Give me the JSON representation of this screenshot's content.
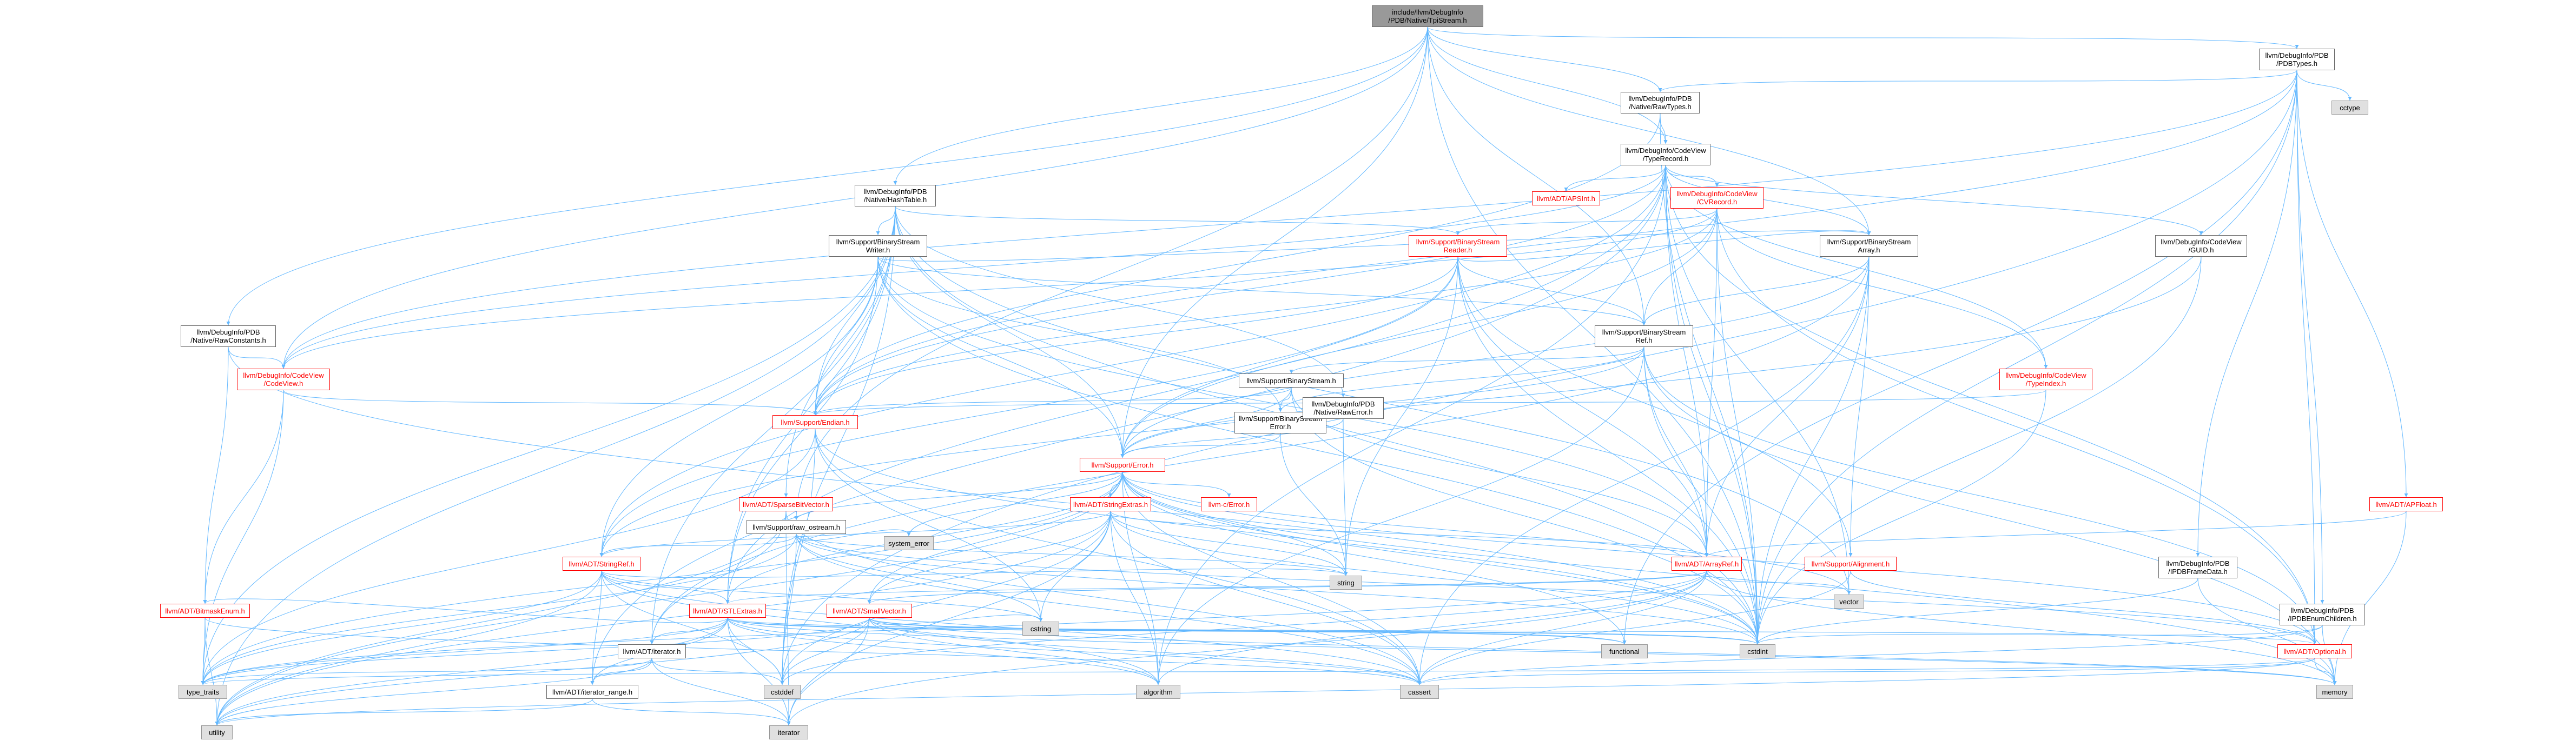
{
  "edge_color": "#63b8ff",
  "nodes": [
    {
      "id": "root",
      "label": "include/llvm/DebugInfo\n/PDB/Native/TpiStream.h",
      "style": "root"
    },
    {
      "id": "pdbtypes",
      "label": "llvm/DebugInfo/PDB\n/PDBTypes.h",
      "style": "white"
    },
    {
      "id": "rawtypes",
      "label": "llvm/DebugInfo/PDB\n/Native/RawTypes.h",
      "style": "white"
    },
    {
      "id": "typerecord",
      "label": "llvm/DebugInfo/CodeView\n/TypeRecord.h",
      "style": "white"
    },
    {
      "id": "cctype",
      "label": "cctype",
      "style": "grey"
    },
    {
      "id": "hashtable",
      "label": "llvm/DebugInfo/PDB\n/Native/HashTable.h",
      "style": "white"
    },
    {
      "id": "apsint",
      "label": "llvm/ADT/APSInt.h",
      "style": "red"
    },
    {
      "id": "cvrecord",
      "label": "llvm/DebugInfo/CodeView\n/CVRecord.h",
      "style": "red"
    },
    {
      "id": "bswriter",
      "label": "llvm/Support/BinaryStream\nWriter.h",
      "style": "white"
    },
    {
      "id": "bsreader",
      "label": "llvm/Support/BinaryStream\nReader.h",
      "style": "red"
    },
    {
      "id": "bsarray",
      "label": "llvm/Support/BinaryStream\nArray.h",
      "style": "white"
    },
    {
      "id": "guid",
      "label": "llvm/DebugInfo/CodeView\n/GUID.h",
      "style": "white"
    },
    {
      "id": "rawconstants",
      "label": "llvm/DebugInfo/PDB\n/Native/RawConstants.h",
      "style": "white"
    },
    {
      "id": "bsref",
      "label": "llvm/Support/BinaryStream\nRef.h",
      "style": "white"
    },
    {
      "id": "codeview",
      "label": "llvm/DebugInfo/CodeView\n/CodeView.h",
      "style": "red"
    },
    {
      "id": "typeindex",
      "label": "llvm/DebugInfo/CodeView\n/TypeIndex.h",
      "style": "red"
    },
    {
      "id": "bstream",
      "label": "llvm/Support/BinaryStream.h",
      "style": "white"
    },
    {
      "id": "bserror",
      "label": "llvm/Support/BinaryStream\nError.h",
      "style": "white"
    },
    {
      "id": "rawerror",
      "label": "llvm/DebugInfo/PDB\n/Native/RawError.h",
      "style": "white"
    },
    {
      "id": "endian",
      "label": "llvm/Support/Endian.h",
      "style": "red"
    },
    {
      "id": "error",
      "label": "llvm/Support/Error.h",
      "style": "red"
    },
    {
      "id": "apfloat",
      "label": "llvm/ADT/APFloat.h",
      "style": "red"
    },
    {
      "id": "sparsebit",
      "label": "llvm/ADT/SparseBitVector.h",
      "style": "red"
    },
    {
      "id": "rawostream",
      "label": "llvm/Support/raw_ostream.h",
      "style": "white"
    },
    {
      "id": "stringextras",
      "label": "llvm/ADT/StringExtras.h",
      "style": "red"
    },
    {
      "id": "cerror",
      "label": "llvm-c/Error.h",
      "style": "red"
    },
    {
      "id": "systemerror",
      "label": "system_error",
      "style": "grey"
    },
    {
      "id": "stringref",
      "label": "llvm/ADT/StringRef.h",
      "style": "red"
    },
    {
      "id": "arrayref",
      "label": "llvm/ADT/ArrayRef.h",
      "style": "red"
    },
    {
      "id": "alignment",
      "label": "llvm/Support/Alignment.h",
      "style": "red"
    },
    {
      "id": "pdbframedata",
      "label": "llvm/DebugInfo/PDB\n/IPDBFrameData.h",
      "style": "white"
    },
    {
      "id": "pdbenumchildren",
      "label": "llvm/DebugInfo/PDB\n/IPDBEnumChildren.h",
      "style": "white"
    },
    {
      "id": "string",
      "label": "string",
      "style": "grey"
    },
    {
      "id": "vector",
      "label": "vector",
      "style": "grey"
    },
    {
      "id": "stlextras",
      "label": "llvm/ADT/STLExtras.h",
      "style": "red"
    },
    {
      "id": "smallvector",
      "label": "llvm/ADT/SmallVector.h",
      "style": "red"
    },
    {
      "id": "bitmaskenum",
      "label": "llvm/ADT/BitmaskEnum.h",
      "style": "red"
    },
    {
      "id": "iterator",
      "label": "llvm/ADT/iterator.h",
      "style": "white"
    },
    {
      "id": "cstring",
      "label": "cstring",
      "style": "grey"
    },
    {
      "id": "functional",
      "label": "functional",
      "style": "grey"
    },
    {
      "id": "cstdint",
      "label": "cstdint",
      "style": "grey"
    },
    {
      "id": "optional",
      "label": "llvm/ADT/Optional.h",
      "style": "red"
    },
    {
      "id": "typetraits",
      "label": "type_traits",
      "style": "grey"
    },
    {
      "id": "iteratorrange",
      "label": "llvm/ADT/iterator_range.h",
      "style": "white"
    },
    {
      "id": "cstddef",
      "label": "cstddef",
      "style": "grey"
    },
    {
      "id": "algorithm",
      "label": "algorithm",
      "style": "grey"
    },
    {
      "id": "cassert",
      "label": "cassert",
      "style": "grey"
    },
    {
      "id": "memory",
      "label": "memory",
      "style": "grey"
    },
    {
      "id": "utility",
      "label": "utility",
      "style": "grey"
    },
    {
      "id": "iteratorstd",
      "label": "iterator",
      "style": "grey"
    }
  ],
  "edges": [
    [
      "root",
      "pdbtypes"
    ],
    [
      "root",
      "rawtypes"
    ],
    [
      "root",
      "typerecord"
    ],
    [
      "root",
      "hashtable"
    ],
    [
      "root",
      "bsarray"
    ],
    [
      "root",
      "bsref"
    ],
    [
      "root",
      "rawconstants"
    ],
    [
      "root",
      "error"
    ],
    [
      "root",
      "rawostream"
    ],
    [
      "root",
      "cstdint"
    ],
    [
      "root",
      "codeview"
    ],
    [
      "pdbtypes",
      "cctype"
    ],
    [
      "pdbtypes",
      "rawtypes"
    ],
    [
      "pdbtypes",
      "codeview"
    ],
    [
      "pdbtypes",
      "apfloat"
    ],
    [
      "pdbtypes",
      "pdbframedata"
    ],
    [
      "pdbtypes",
      "pdbenumchildren"
    ],
    [
      "pdbtypes",
      "cstdint"
    ],
    [
      "pdbtypes",
      "cstddef"
    ],
    [
      "pdbtypes",
      "functional"
    ],
    [
      "pdbtypes",
      "optional"
    ],
    [
      "pdbtypes",
      "endian"
    ],
    [
      "rawtypes",
      "typerecord"
    ],
    [
      "rawtypes",
      "endian"
    ],
    [
      "rawtypes",
      "cstdint"
    ],
    [
      "typerecord",
      "apsint"
    ],
    [
      "typerecord",
      "cvrecord"
    ],
    [
      "typerecord",
      "guid"
    ],
    [
      "typerecord",
      "codeview"
    ],
    [
      "typerecord",
      "typeindex"
    ],
    [
      "typerecord",
      "arrayref"
    ],
    [
      "typerecord",
      "stringref"
    ],
    [
      "typerecord",
      "bsarray"
    ],
    [
      "typerecord",
      "endian"
    ],
    [
      "typerecord",
      "optional"
    ],
    [
      "typerecord",
      "iteratorrange"
    ],
    [
      "typerecord",
      "cstdint"
    ],
    [
      "typerecord",
      "vector"
    ],
    [
      "typerecord",
      "algorithm"
    ],
    [
      "typerecord",
      "stlextras"
    ],
    [
      "hashtable",
      "bswriter"
    ],
    [
      "hashtable",
      "bsreader"
    ],
    [
      "hashtable",
      "rawerror"
    ],
    [
      "hashtable",
      "sparsebit"
    ],
    [
      "hashtable",
      "iterator"
    ],
    [
      "hashtable",
      "endian"
    ],
    [
      "hashtable",
      "error"
    ],
    [
      "hashtable",
      "cstdint"
    ],
    [
      "hashtable",
      "utility"
    ],
    [
      "hashtable",
      "vector"
    ],
    [
      "hashtable",
      "stlextras"
    ],
    [
      "hashtable",
      "typetraits"
    ],
    [
      "hashtable",
      "cstddef"
    ],
    [
      "cvrecord",
      "bsreader"
    ],
    [
      "cvrecord",
      "bsref"
    ],
    [
      "cvrecord",
      "typeindex"
    ],
    [
      "cvrecord",
      "arrayref"
    ],
    [
      "cvrecord",
      "optional"
    ],
    [
      "cvrecord",
      "endian"
    ],
    [
      "cvrecord",
      "error"
    ],
    [
      "cvrecord",
      "cstdint"
    ],
    [
      "cvrecord",
      "codeview"
    ],
    [
      "bswriter",
      "bsref"
    ],
    [
      "bswriter",
      "bserror"
    ],
    [
      "bswriter",
      "bsarray"
    ],
    [
      "bswriter",
      "arrayref"
    ],
    [
      "bswriter",
      "stringref"
    ],
    [
      "bswriter",
      "endian"
    ],
    [
      "bswriter",
      "error"
    ],
    [
      "bswriter",
      "cstdint"
    ],
    [
      "bswriter",
      "stlextras"
    ],
    [
      "bsreader",
      "bsref"
    ],
    [
      "bsreader",
      "bsarray"
    ],
    [
      "bsreader",
      "alignment"
    ],
    [
      "bsreader",
      "arrayref"
    ],
    [
      "bsreader",
      "stringref"
    ],
    [
      "bsreader",
      "endian"
    ],
    [
      "bsreader",
      "error"
    ],
    [
      "bsreader",
      "type_traits"
    ],
    [
      "bsreader",
      "string"
    ],
    [
      "bsreader",
      "cstdint"
    ],
    [
      "bsarray",
      "bsref"
    ],
    [
      "bsarray",
      "arrayref"
    ],
    [
      "bsarray",
      "iterator"
    ],
    [
      "bsarray",
      "error"
    ],
    [
      "bsarray",
      "cassert"
    ],
    [
      "bsarray",
      "cstdint"
    ],
    [
      "bsarray",
      "alignment"
    ],
    [
      "guid",
      "stringref"
    ],
    [
      "guid",
      "cstdint"
    ],
    [
      "rawconstants",
      "bitmaskenum"
    ],
    [
      "rawconstants",
      "codeview"
    ],
    [
      "rawconstants",
      "cstdint"
    ],
    [
      "bsref",
      "bstream"
    ],
    [
      "bsref",
      "bserror"
    ],
    [
      "bsref",
      "arrayref"
    ],
    [
      "bsref",
      "optional"
    ],
    [
      "bsref",
      "error"
    ],
    [
      "bsref",
      "cstdint"
    ],
    [
      "bsref",
      "memory"
    ],
    [
      "bsref",
      "algorithm"
    ],
    [
      "codeview",
      "endian"
    ],
    [
      "codeview",
      "bitmaskenum"
    ],
    [
      "codeview",
      "cinttypes"
    ],
    [
      "codeview",
      "typetraits"
    ],
    [
      "typeindex",
      "endian"
    ],
    [
      "typeindex",
      "cinttypes"
    ],
    [
      "typeindex",
      "cstdint"
    ],
    [
      "bstream",
      "bserror"
    ],
    [
      "bstream",
      "arrayref"
    ],
    [
      "bstream",
      "endian"
    ],
    [
      "bstream",
      "error"
    ],
    [
      "bstream",
      "cstdint"
    ],
    [
      "bserror",
      "error"
    ],
    [
      "bserror",
      "string"
    ],
    [
      "rawerror",
      "error"
    ],
    [
      "rawerror",
      "string"
    ],
    [
      "endian",
      "cstdint"
    ],
    [
      "endian",
      "cstddef"
    ],
    [
      "endian",
      "cstring"
    ],
    [
      "endian",
      "typetraits"
    ],
    [
      "endian",
      "cassert"
    ],
    [
      "error",
      "stringextras"
    ],
    [
      "error",
      "cerror"
    ],
    [
      "error",
      "systemerror"
    ],
    [
      "error",
      "rawostream"
    ],
    [
      "error",
      "string"
    ],
    [
      "error",
      "vector"
    ],
    [
      "error",
      "cassert"
    ],
    [
      "error",
      "memory"
    ],
    [
      "error",
      "utility"
    ],
    [
      "error",
      "functional"
    ],
    [
      "error",
      "cstdint"
    ],
    [
      "error",
      "cstdlib"
    ],
    [
      "error",
      "optional"
    ],
    [
      "error",
      "stlextras"
    ],
    [
      "error",
      "typetraits"
    ],
    [
      "error",
      "algorithm"
    ],
    [
      "error",
      "smallvector"
    ],
    [
      "apfloat",
      "arrayref"
    ],
    [
      "apfloat",
      "memory"
    ],
    [
      "sparsebit",
      "iterator"
    ],
    [
      "sparsebit",
      "cassert"
    ],
    [
      "sparsebit",
      "utility"
    ],
    [
      "sparsebit",
      "iteratorstd"
    ],
    [
      "rawostream",
      "stringref"
    ],
    [
      "rawostream",
      "systemerror"
    ],
    [
      "rawostream",
      "cstring"
    ],
    [
      "rawostream",
      "cassert"
    ],
    [
      "rawostream",
      "optional"
    ],
    [
      "rawostream",
      "cstdint"
    ],
    [
      "rawostream",
      "cstddef"
    ],
    [
      "rawostream",
      "string"
    ],
    [
      "rawostream",
      "typetraits"
    ],
    [
      "stringextras",
      "arrayref"
    ],
    [
      "stringextras",
      "smallvector"
    ],
    [
      "stringextras",
      "stringref"
    ],
    [
      "stringextras",
      "cstring"
    ],
    [
      "stringextras",
      "cstdint"
    ],
    [
      "stringextras",
      "cstddef"
    ],
    [
      "stringextras",
      "iteratorstd"
    ],
    [
      "stringextras",
      "utility"
    ],
    [
      "stringextras",
      "string"
    ],
    [
      "stringextras",
      "algorithm"
    ],
    [
      "stringextras",
      "cassert"
    ],
    [
      "stringref",
      "iteratorrange"
    ],
    [
      "stringref",
      "stlextras"
    ],
    [
      "stringref",
      "string"
    ],
    [
      "stringref",
      "cstring"
    ],
    [
      "stringref",
      "cstddef"
    ],
    [
      "stringref",
      "algorithm"
    ],
    [
      "stringref",
      "limits"
    ],
    [
      "stringref",
      "typetraits"
    ],
    [
      "stringref",
      "utility"
    ],
    [
      "stringref",
      "cassert"
    ],
    [
      "arrayref",
      "smallvector"
    ],
    [
      "arrayref",
      "stlextras"
    ],
    [
      "arrayref",
      "vector"
    ],
    [
      "arrayref",
      "algorithm"
    ],
    [
      "arrayref",
      "cassert"
    ],
    [
      "arrayref",
      "cstddef"
    ],
    [
      "arrayref",
      "iteratorstd"
    ],
    [
      "arrayref",
      "memory"
    ],
    [
      "arrayref",
      "typetraits"
    ],
    [
      "alignment",
      "optional"
    ],
    [
      "alignment",
      "cassert"
    ],
    [
      "pdbframedata",
      "cstdint"
    ],
    [
      "pdbframedata",
      "memory"
    ],
    [
      "pdbenumchildren",
      "cassert"
    ],
    [
      "pdbenumchildren",
      "cstdint"
    ],
    [
      "pdbenumchildren",
      "memory"
    ],
    [
      "stlextras",
      "iterator"
    ],
    [
      "stlextras",
      "iteratorrange"
    ],
    [
      "stlextras",
      "bitmaskenum"
    ],
    [
      "stlextras",
      "optional"
    ],
    [
      "stlextras",
      "algorithm"
    ],
    [
      "stlextras",
      "cassert"
    ],
    [
      "stlextras",
      "cstddef"
    ],
    [
      "stlextras",
      "cstdint"
    ],
    [
      "stlextras",
      "functional"
    ],
    [
      "stlextras",
      "memory"
    ],
    [
      "stlextras",
      "typetraits"
    ],
    [
      "stlextras",
      "utility"
    ],
    [
      "stlextras",
      "iteratorstd"
    ],
    [
      "smallvector",
      "algorithm"
    ],
    [
      "smallvector",
      "cassert"
    ],
    [
      "smallvector",
      "cstddef"
    ],
    [
      "smallvector",
      "cstdint"
    ],
    [
      "smallvector",
      "cstring"
    ],
    [
      "smallvector",
      "functional"
    ],
    [
      "smallvector",
      "memory"
    ],
    [
      "smallvector",
      "utility"
    ],
    [
      "smallvector",
      "typetraits"
    ],
    [
      "smallvector",
      "iteratorstd"
    ],
    [
      "bitmaskenum",
      "cassert"
    ],
    [
      "bitmaskenum",
      "typetraits"
    ],
    [
      "bitmaskenum",
      "utility"
    ],
    [
      "iterator",
      "iteratorrange"
    ],
    [
      "iterator",
      "cstddef"
    ],
    [
      "iterator",
      "iteratorstd"
    ],
    [
      "iterator",
      "typetraits"
    ],
    [
      "iterator",
      "utility"
    ],
    [
      "iteratorrange",
      "utility"
    ],
    [
      "iteratorrange",
      "iteratorstd"
    ],
    [
      "optional",
      "cassert"
    ],
    [
      "optional",
      "memory"
    ],
    [
      "optional",
      "utility"
    ],
    [
      "optional",
      "typetraits"
    ]
  ]
}
